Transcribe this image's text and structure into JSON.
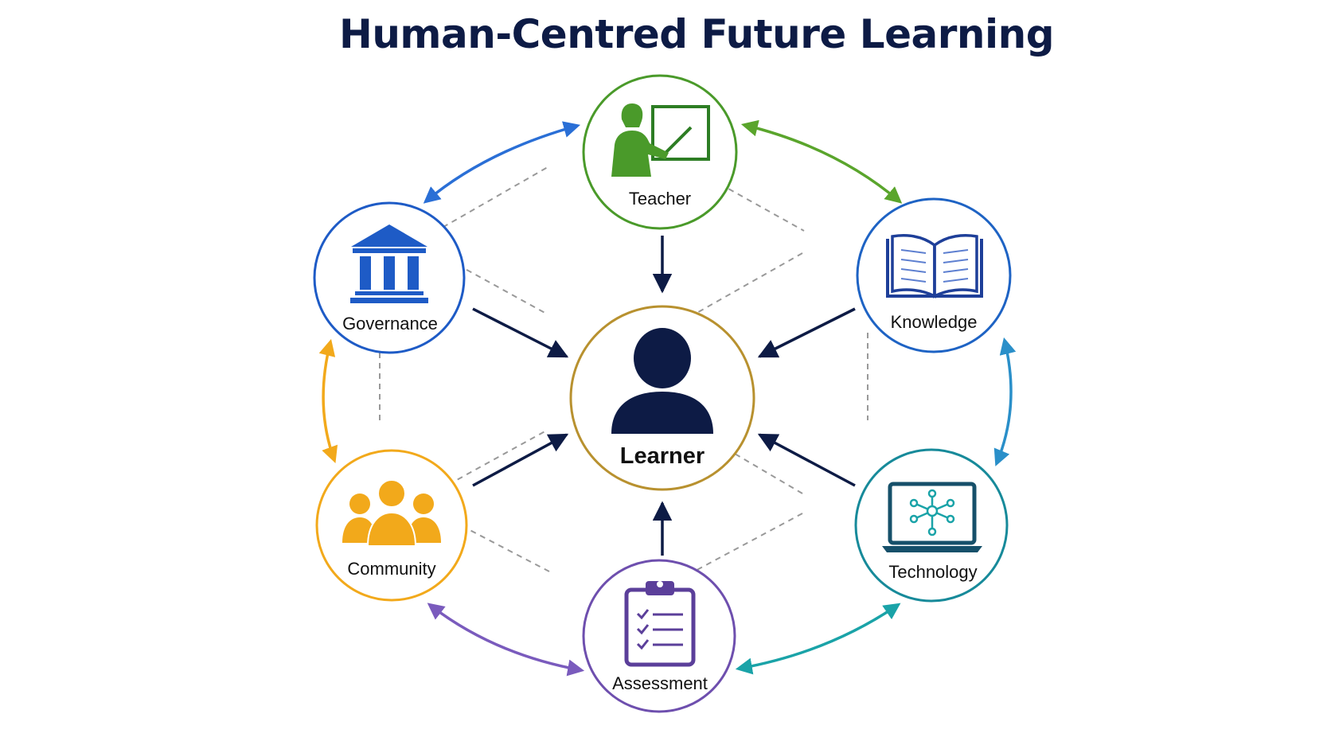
{
  "title": "Human-Centred Future Learning",
  "center": {
    "label": "Learner",
    "icon": "person-icon",
    "color": "#b8912f",
    "icon_color": "#0d1b45"
  },
  "nodes": [
    {
      "id": "teacher",
      "label": "Teacher",
      "icon": "teacher-icon",
      "color": "#4a9a2a"
    },
    {
      "id": "knowledge",
      "label": "Knowledge",
      "icon": "book-icon",
      "color": "#1e63c4"
    },
    {
      "id": "technology",
      "label": "Technology",
      "icon": "laptop-network-icon",
      "color": "#178a9a"
    },
    {
      "id": "assessment",
      "label": "Assessment",
      "icon": "clipboard-checklist-icon",
      "color": "#6e4fae"
    },
    {
      "id": "community",
      "label": "Community",
      "icon": "people-group-icon",
      "color": "#f2a91b"
    },
    {
      "id": "governance",
      "label": "Governance",
      "icon": "institution-icon",
      "color": "#1e5bc6"
    }
  ],
  "inward_arrow_color": "#0d1b45",
  "dashed_color": "#999999",
  "cycle_links": [
    {
      "from": "governance",
      "to": "teacher",
      "color": "#2a6fd6"
    },
    {
      "from": "teacher",
      "to": "knowledge",
      "color": "#5aa52c"
    },
    {
      "from": "knowledge",
      "to": "technology",
      "color": "#2a8fc9"
    },
    {
      "from": "technology",
      "to": "assessment",
      "color": "#1aa3a8"
    },
    {
      "from": "assessment",
      "to": "community",
      "color": "#7a5bbd"
    },
    {
      "from": "community",
      "to": "governance",
      "color": "#f2a91b"
    }
  ]
}
